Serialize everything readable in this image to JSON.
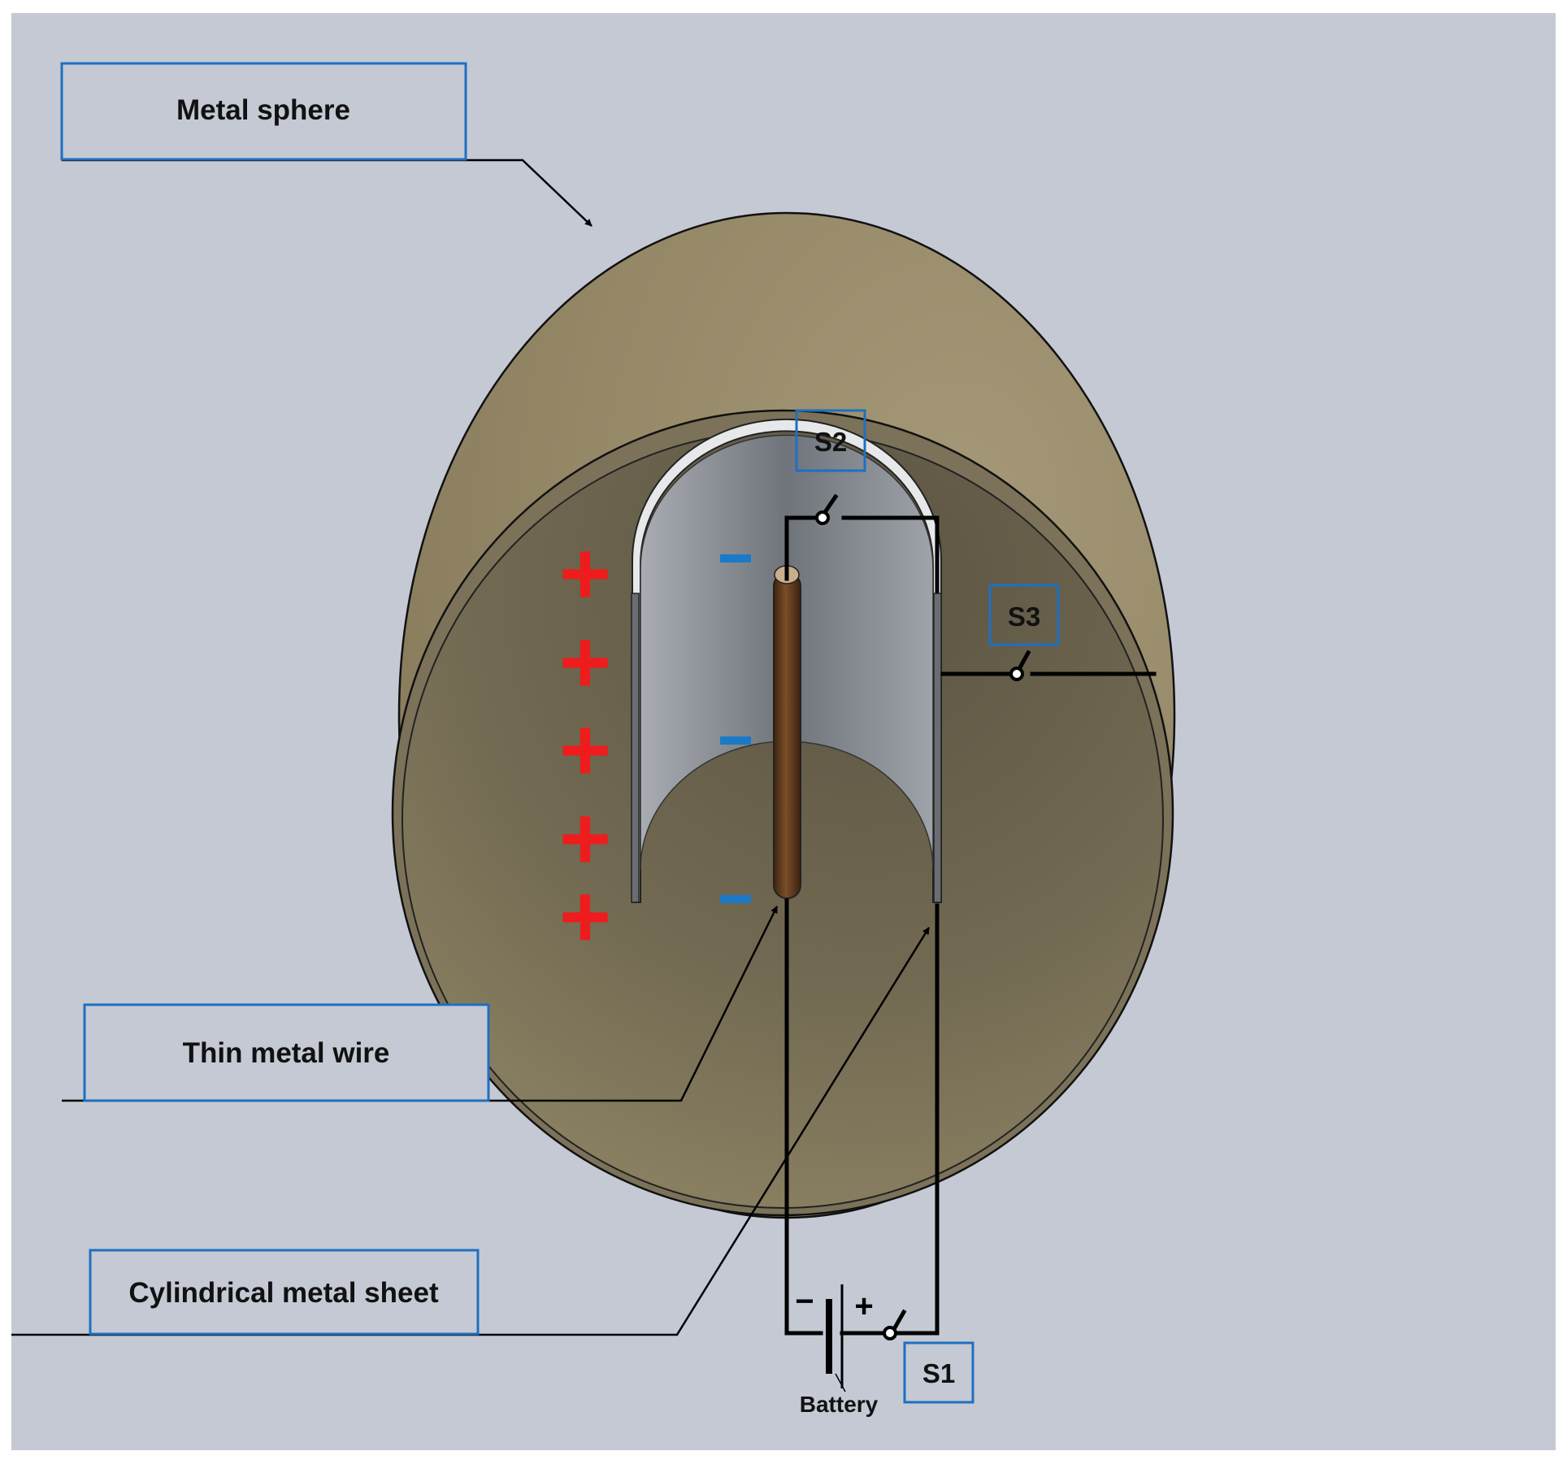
{
  "labels": {
    "metal_sphere": "Metal sphere",
    "thin_metal_wire": "Thin metal wire",
    "cylindrical_metal_sheet": "Cylindrical metal sheet",
    "s1": "S1",
    "s2": "S2",
    "s3": "S3",
    "battery": "Battery"
  },
  "charges": {
    "positive_symbol": "+",
    "negative_symbol": "−",
    "positive_count": 5,
    "negative_count": 3
  },
  "battery_polarity": {
    "negative": "−",
    "positive": "+"
  },
  "colors": {
    "background": "#c4c9d4",
    "sphere_shell": "#8f8468",
    "sphere_interior": "#6e6650",
    "cylinder_inner": "#8b8f94",
    "wire": "#5a3a1e",
    "label_border": "#1f6fc1",
    "positive_charge": "#ee1c1c",
    "negative_charge": "#1a7ac8",
    "circuit": "#000000"
  }
}
